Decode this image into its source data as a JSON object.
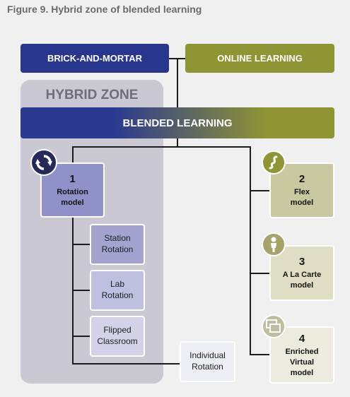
{
  "caption": "Figure 9. Hybrid zone of blended learning",
  "top": {
    "brick": "BRICK-AND-MORTAR",
    "online": "ONLINE LEARNING"
  },
  "hybrid_zone": "HYBRID ZONE",
  "blended": "BLENDED LEARNING",
  "models": [
    {
      "num": "1",
      "line1": "Rotation",
      "line2": "model",
      "line3": ""
    },
    {
      "num": "2",
      "line1": "Flex",
      "line2": "model",
      "line3": ""
    },
    {
      "num": "3",
      "line1": "A La Carte",
      "line2": "model",
      "line3": ""
    },
    {
      "num": "4",
      "line1": "Enriched",
      "line2": "Virtual",
      "line3": "model"
    }
  ],
  "rotation_types": [
    {
      "line1": "Station",
      "line2": "Rotation"
    },
    {
      "line1": "Lab",
      "line2": "Rotation"
    },
    {
      "line1": "Flipped",
      "line2": "Classroom"
    },
    {
      "line1": "Individual",
      "line2": "Rotation"
    }
  ],
  "icons": [
    "rotation-icon",
    "flex-icon",
    "person-icon",
    "virtual-screens-icon"
  ],
  "colors": {
    "brick": "#28368e",
    "online": "#8f9434",
    "hybrid_zone": "#c9c8d3"
  }
}
